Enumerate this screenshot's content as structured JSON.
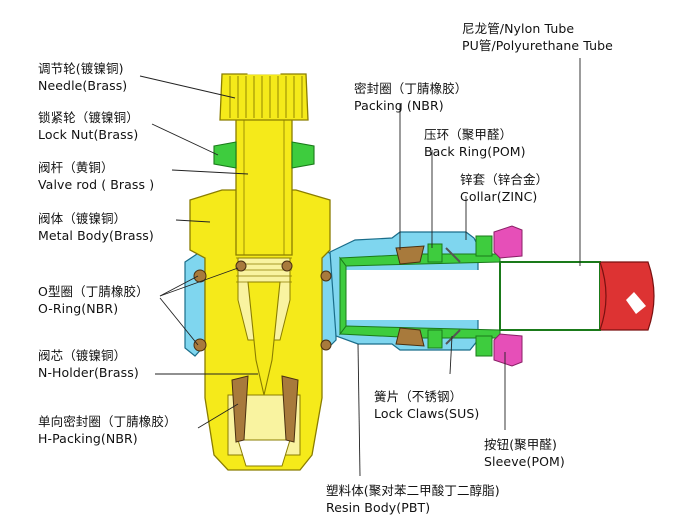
{
  "colors": {
    "brass": "#f5ea1a",
    "brass_stroke": "#8a7d00",
    "resin_body": "#7fd6ef",
    "pom_green": "#3ecc3e",
    "pom_pink": "#e64fb8",
    "nylon_tube": "#dd3333",
    "bronze_parts": "#a87a3c",
    "leader_line": "#222222"
  },
  "labels": {
    "needle": {
      "zh": "调节轮(镀镍铜)",
      "en": "Needle(Brass)"
    },
    "lock_nut": {
      "zh": "锁紧轮（镀镍铜）",
      "en": "Lock Nut(Brass)"
    },
    "valve_rod": {
      "zh": "阀杆（黄铜）",
      "en": "Valve rod ( Brass )"
    },
    "metal_body": {
      "zh": "阀体（镀镍铜）",
      "en": "Metal Body(Brass)"
    },
    "o_ring": {
      "zh": "O型圈（丁腈橡胶）",
      "en": "O-Ring(NBR)"
    },
    "n_holder": {
      "zh": "阀芯（镀镍铜）",
      "en": "N-Holder(Brass)"
    },
    "h_packing": {
      "zh": "单向密封圈（丁腈橡胶）",
      "en": "H-Packing(NBR)"
    },
    "tube": {
      "zh": "尼龙管/Nylon Tube",
      "en": "PU管/Polyurethane Tube"
    },
    "packing": {
      "zh": "密封圈（丁腈橡胶）",
      "en": "Packing (NBR)"
    },
    "back_ring": {
      "zh": "压环（聚甲醛）",
      "en": "Back Ring(POM)"
    },
    "collar": {
      "zh": "锌套（锌合金）",
      "en": "Collar(ZINC)"
    },
    "lock_claws": {
      "zh": "簧片（不锈钢）",
      "en": "Lock Claws(SUS)"
    },
    "sleeve": {
      "zh": "按钮(聚甲醛)",
      "en": "Sleeve(POM)"
    },
    "resin_body": {
      "zh": "塑料体(聚对苯二甲酸丁二醇脂)",
      "en": "Resin Body(PBT)"
    }
  }
}
